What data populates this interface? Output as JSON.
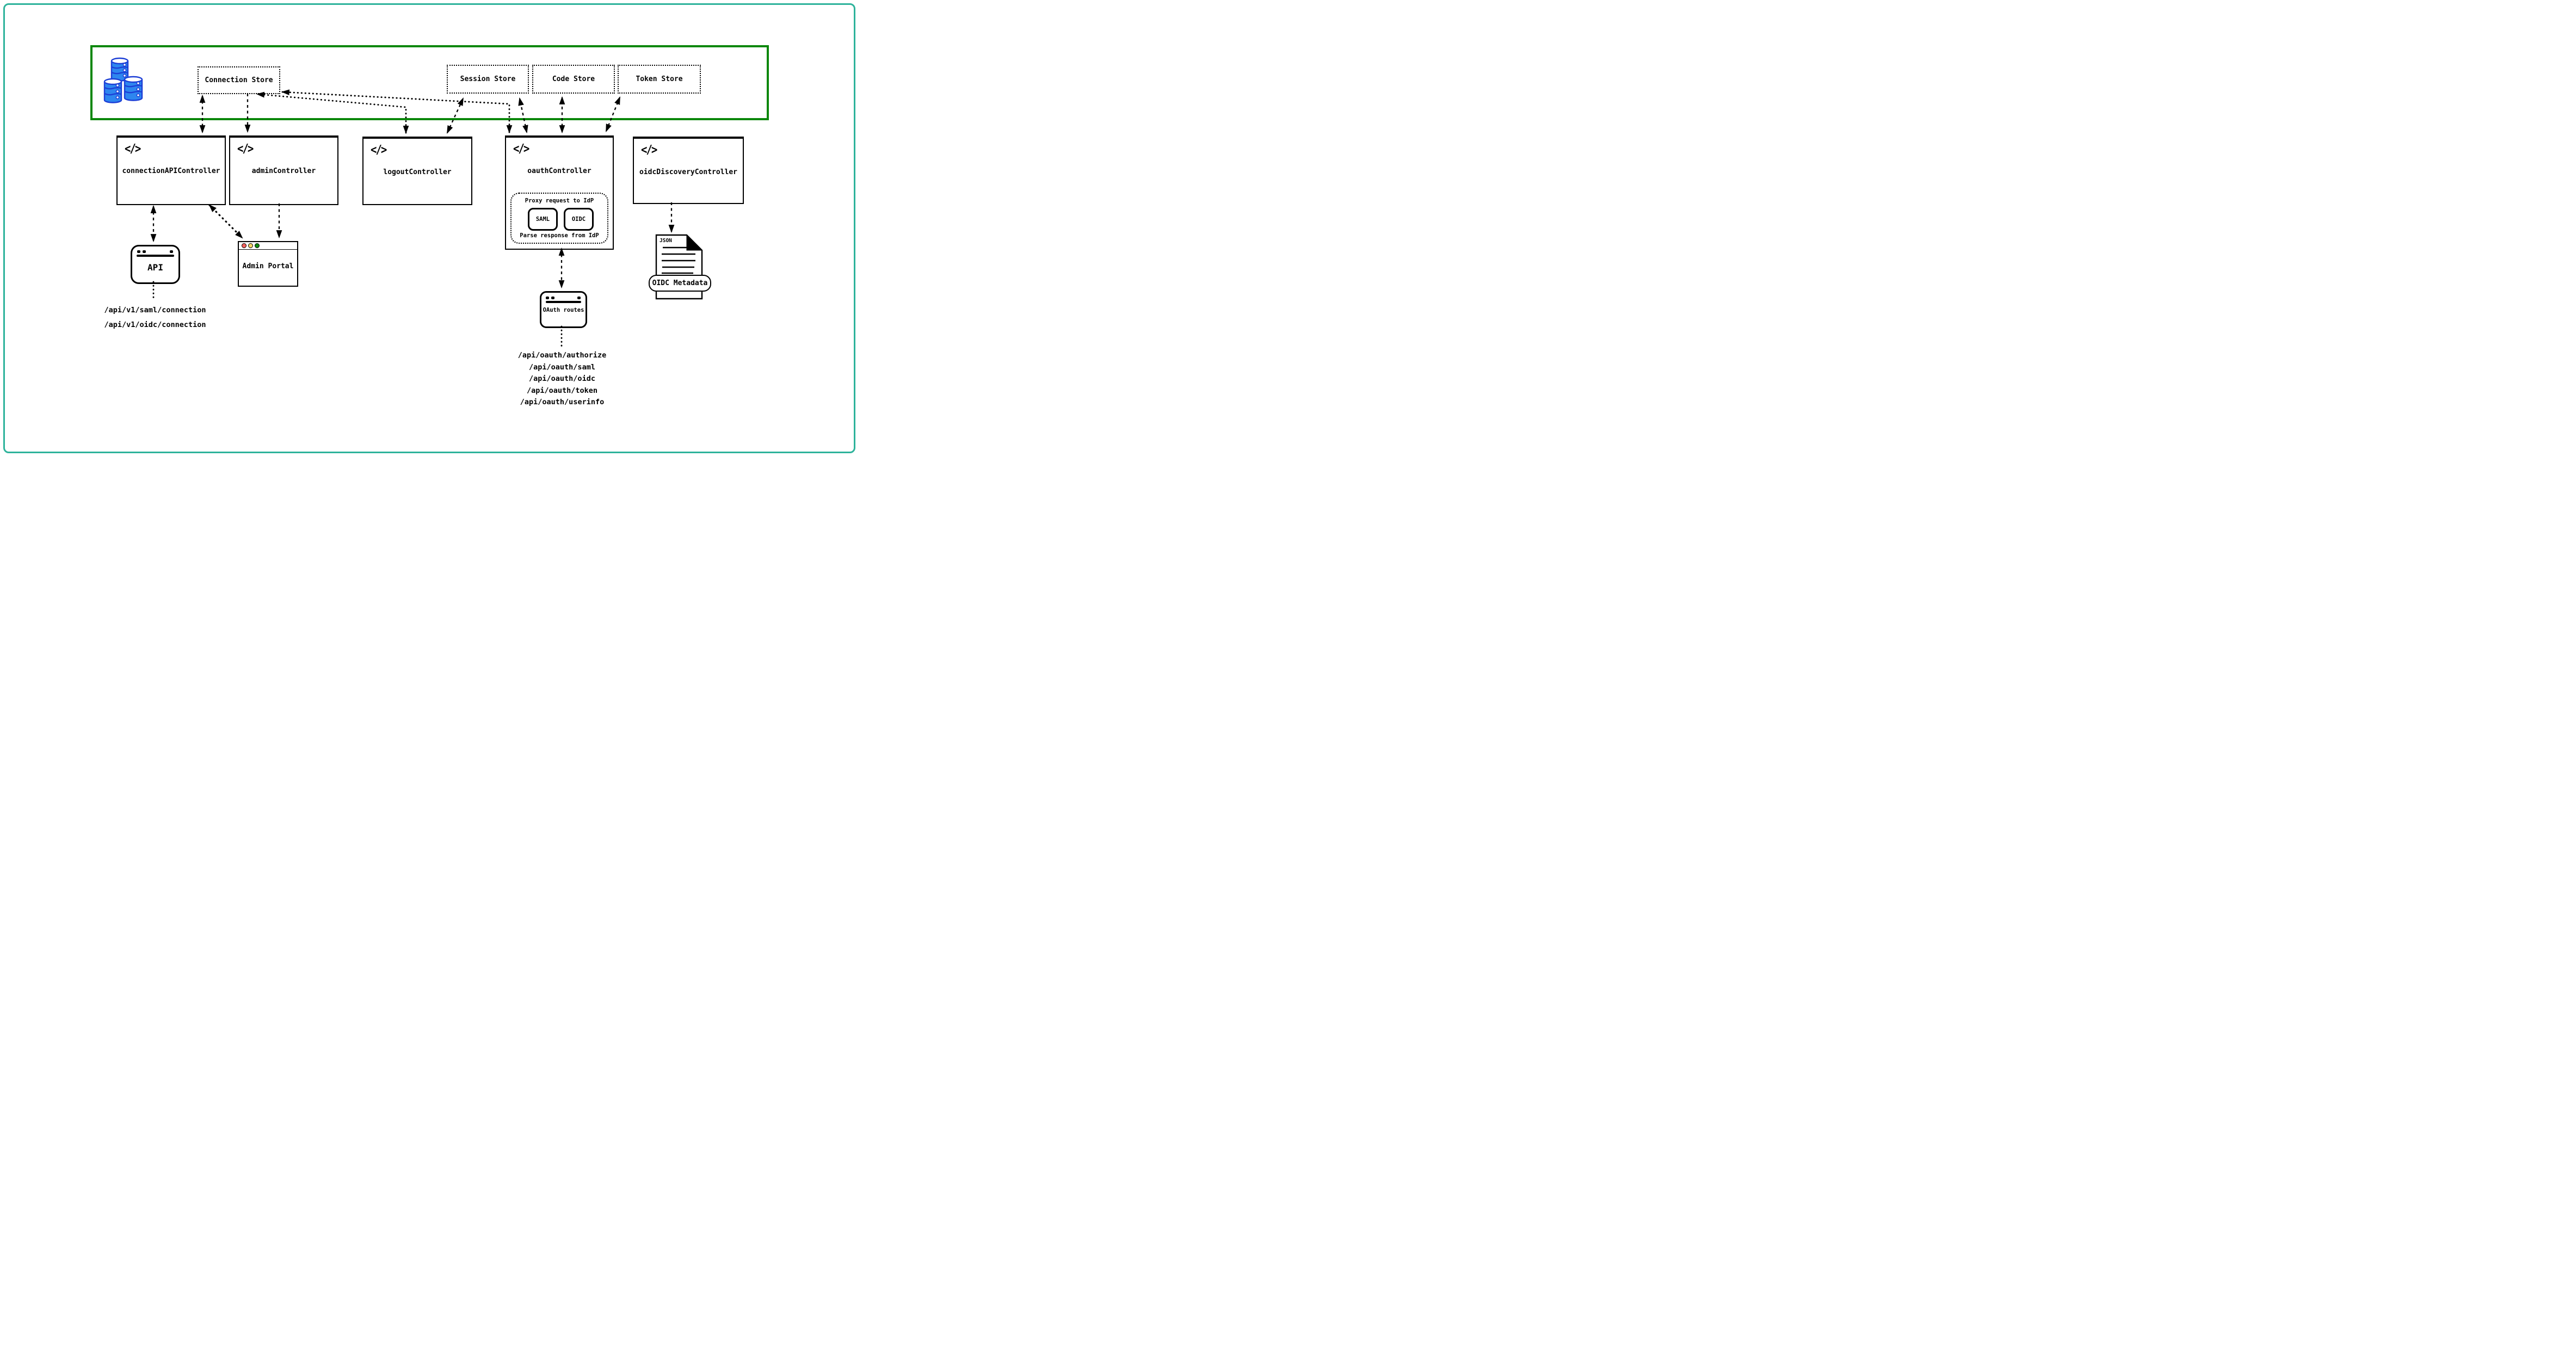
{
  "frame": {
    "outer_border_color": "#2eb39b",
    "datastore_zone_border_color": "#0b870b"
  },
  "icons": {
    "code_glyph": "</>",
    "database_icon": "database-cylinders",
    "database_fill": "#2e86ef",
    "database_stroke": "#1c3ed6"
  },
  "stores": [
    {
      "label": "Connection Store"
    },
    {
      "label": "Session Store"
    },
    {
      "label": "Code Store"
    },
    {
      "label": "Token Store"
    }
  ],
  "controllers": [
    {
      "label": "connectionAPIController"
    },
    {
      "label": "adminController"
    },
    {
      "label": "logoutController"
    },
    {
      "label": "oauthController"
    },
    {
      "label": "oidcDiscoveryController"
    }
  ],
  "oauth_detail": {
    "proxy_label": "Proxy request to IdP",
    "saml_label": "SAML",
    "oidc_label": "OIDC",
    "parse_label": "Parse response from IdP"
  },
  "clients": {
    "api_window_label": "API",
    "admin_portal_label": "Admin Portal",
    "oauth_routes_label": "OAuth routes",
    "json_doc_label": "JSON",
    "oidc_metadata_label": "OIDC Metadata"
  },
  "api_routes": [
    "/api/v1/saml/connection",
    "/api/v1/oidc/connection"
  ],
  "oauth_routes": [
    "/api/oauth/authorize",
    "/api/oauth/saml",
    "/api/oauth/oidc",
    "/api/oauth/token",
    "/api/oauth/userinfo"
  ],
  "traffic_lights": {
    "red": "#f4615e",
    "yellow": "#f6d465",
    "green": "#0f8a0f"
  }
}
